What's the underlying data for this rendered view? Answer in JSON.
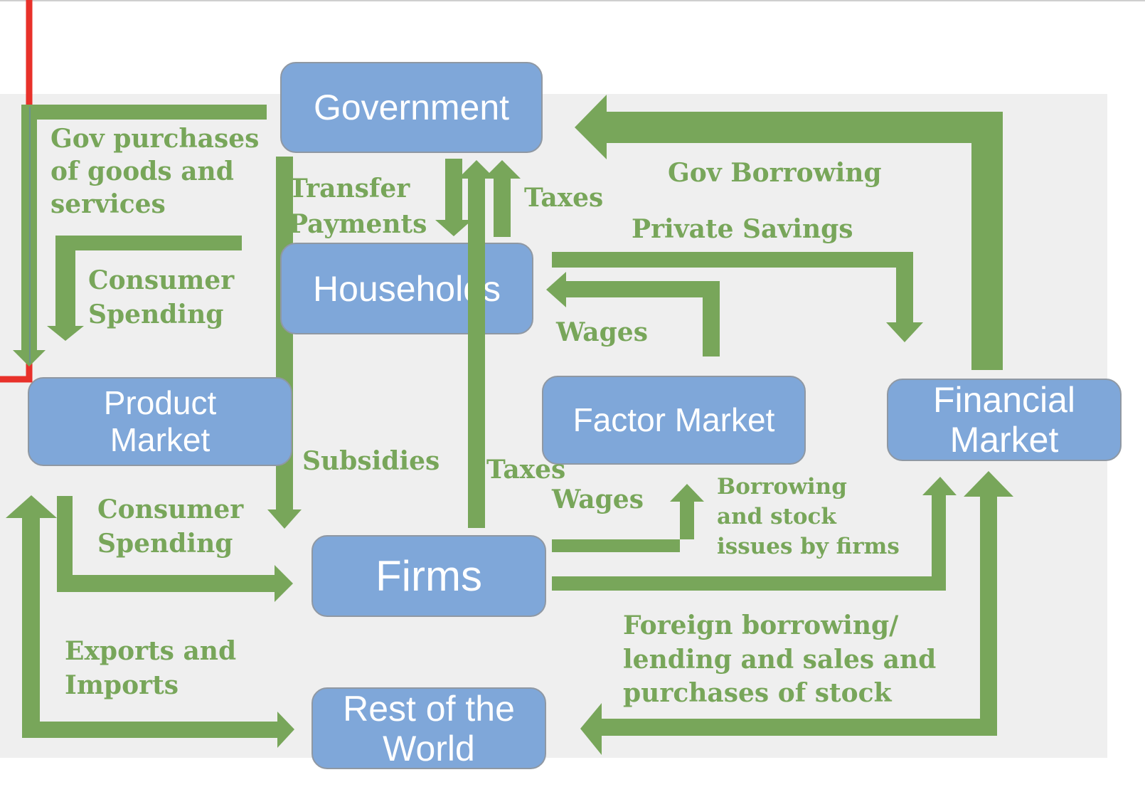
{
  "colors": {
    "box_fill": "#7fa7d9",
    "box_border": "#8f98a3",
    "arrow": "#78a65a",
    "label": "#78a65a",
    "panel": "#efefef",
    "highlight": "#e8312a"
  },
  "nodes": {
    "government": "Government",
    "households": "Households",
    "product_market": "Product\nMarket",
    "factor_market": "Factor Market",
    "financial_market": "Financial\nMarket",
    "firms": "Firms",
    "rest_of_world": "Rest of the\nWorld"
  },
  "flows": {
    "gov_purchases": "Gov purchases\nof goods and\nservices",
    "consumer_spending_top": "Consumer\nSpending",
    "transfer_payments": "Transfer\nPayments",
    "taxes_households": "Taxes",
    "gov_borrowing": "Gov Borrowing",
    "private_savings": "Private Savings",
    "wages_top": "Wages",
    "subsidies": "Subsidies",
    "taxes_firms": "Taxes",
    "wages_bottom": "Wages",
    "borrowing_stock": "Borrowing\nand stock\nissues by firms",
    "consumer_spending_bottom": "Consumer\nSpending",
    "exports_imports": "Exports and\nImports",
    "foreign_borrowing": "Foreign borrowing/\nlending and sales and\npurchases of stock"
  }
}
